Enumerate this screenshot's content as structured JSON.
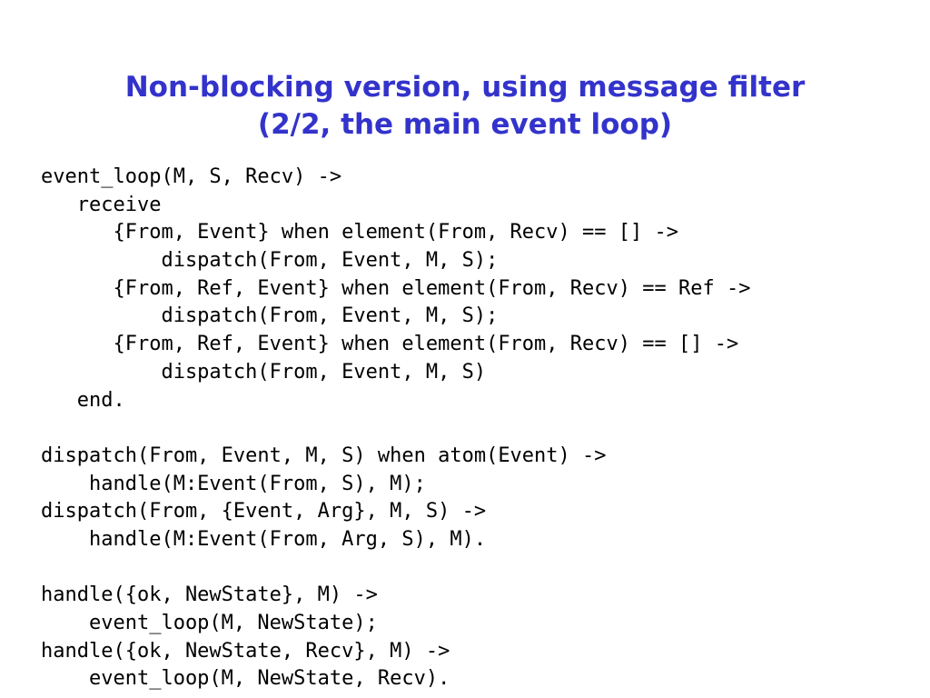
{
  "title": {
    "line1": "Non-blocking version, using message filter",
    "line2": "(2/2, the main event loop)"
  },
  "code": {
    "lines": [
      "event_loop(M, S, Recv) ->",
      "   receive",
      "      {From, Event} when element(From, Recv) == [] ->",
      "          dispatch(From, Event, M, S);",
      "      {From, Ref, Event} when element(From, Recv) == Ref ->",
      "          dispatch(From, Event, M, S);",
      "      {From, Ref, Event} when element(From, Recv) == [] ->",
      "          dispatch(From, Event, M, S)",
      "   end.",
      "",
      "dispatch(From, Event, M, S) when atom(Event) ->",
      "    handle(M:Event(From, S), M);",
      "dispatch(From, {Event, Arg}, M, S) ->",
      "    handle(M:Event(From, Arg, S), M).",
      "",
      "handle({ok, NewState}, M) ->",
      "    event_loop(M, NewState);",
      "handle({ok, NewState, Recv}, M) ->",
      "    event_loop(M, NewState, Recv)."
    ]
  }
}
